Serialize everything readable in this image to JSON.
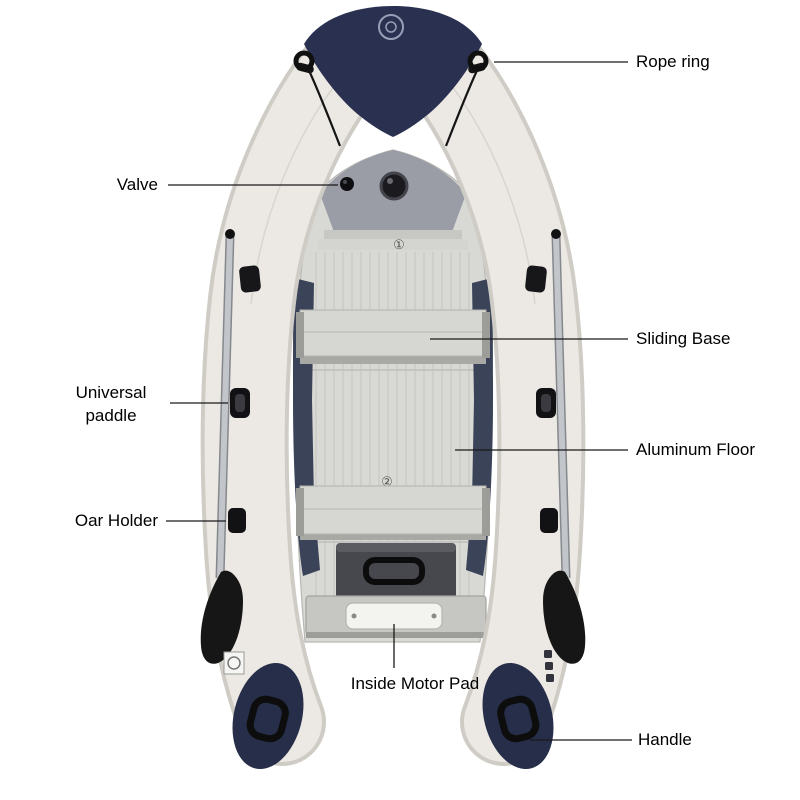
{
  "labels": {
    "rope_ring": "Rope ring",
    "valve": "Valve",
    "sliding_base": "Sliding Base",
    "universal_paddle": "Universal paddle",
    "aluminum_floor": "Aluminum Floor",
    "oar_holder": "Oar Holder",
    "inside_motor_pad": "Inside Motor Pad",
    "handle": "Handle"
  },
  "floor_markers": {
    "first": "①",
    "second": "②"
  },
  "colors": {
    "background": "#ffffff",
    "tube": "#ece9e4",
    "tube_edge": "#cfccc5",
    "bow_navy": "#2a3150",
    "floor": "#d8d8d4",
    "floor_rib": "#c8c8c4",
    "side_strip": "#3b4358",
    "seat": "#d6d6d2",
    "transom_dark": "#46484d",
    "motor_pad": "#f3f3f0",
    "oar_shaft": "#c2c5c9",
    "oar_blade": "#161616",
    "callout_line": "#1a1a1a",
    "label_text": "#000000"
  }
}
